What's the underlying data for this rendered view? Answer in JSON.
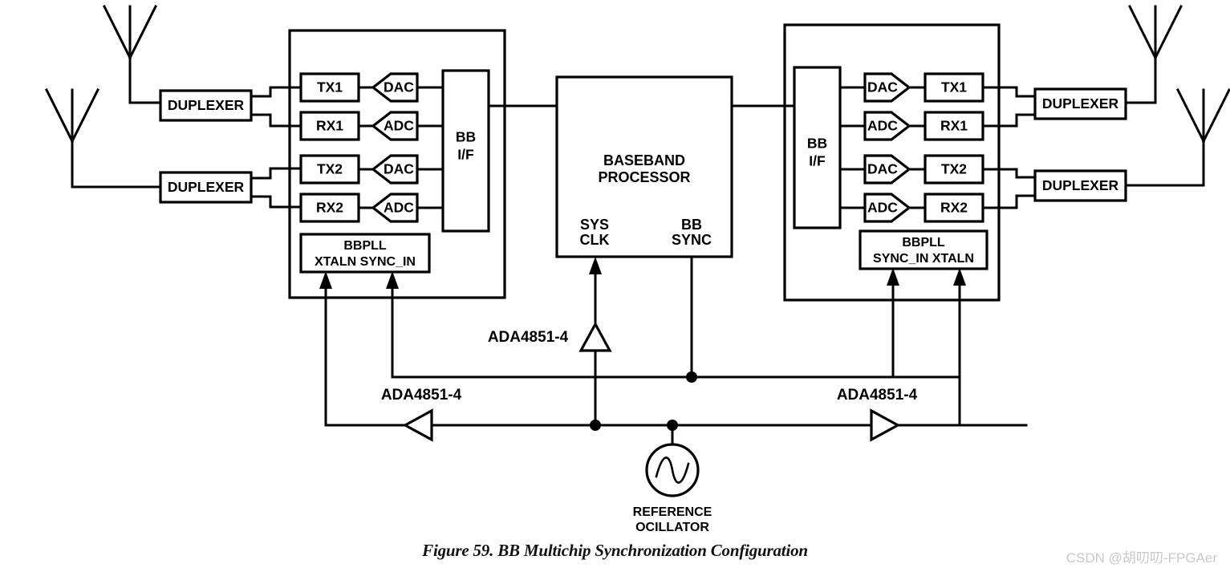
{
  "figure": {
    "caption": "Figure 59. BB Multichip Synchronization Configuration",
    "watermark": "CSDN @胡叨叨-FPGAer"
  },
  "left_chip": {
    "antennas": [
      "antenna-upper",
      "antenna-lower"
    ],
    "duplexers": [
      {
        "label": "DUPLEXER"
      },
      {
        "label": "DUPLEXER"
      }
    ],
    "rf_blocks": [
      {
        "label": "TX1"
      },
      {
        "label": "RX1"
      },
      {
        "label": "TX2"
      },
      {
        "label": "RX2"
      }
    ],
    "converters": [
      {
        "label": "DAC"
      },
      {
        "label": "ADC"
      },
      {
        "label": "DAC"
      },
      {
        "label": "ADC"
      }
    ],
    "bb_if": {
      "line1": "BB",
      "line2": "I/F"
    },
    "bbpll": {
      "title": "BBPLL",
      "pins": "XTALN SYNC_IN",
      "pin_left": "XTALN",
      "pin_right": "SYNC_IN"
    }
  },
  "right_chip": {
    "antennas": [
      "antenna-upper",
      "antenna-lower"
    ],
    "duplexers": [
      {
        "label": "DUPLEXER"
      },
      {
        "label": "DUPLEXER"
      }
    ],
    "rf_blocks": [
      {
        "label": "TX1"
      },
      {
        "label": "RX1"
      },
      {
        "label": "TX2"
      },
      {
        "label": "RX2"
      }
    ],
    "converters": [
      {
        "label": "DAC"
      },
      {
        "label": "ADC"
      },
      {
        "label": "DAC"
      },
      {
        "label": "ADC"
      }
    ],
    "bb_if": {
      "line1": "BB",
      "line2": "I/F"
    },
    "bbpll": {
      "title": "BBPLL",
      "pins": "SYNC_IN XTALN",
      "pin_left": "SYNC_IN",
      "pin_right": "XTALN"
    }
  },
  "processor": {
    "line1": "BASEBAND",
    "line2": "PROCESSOR",
    "pin_sysclk_1": "SYS",
    "pin_sysclk_2": "CLK",
    "pin_bbsync_1": "BB",
    "pin_bbsync_2": "SYNC"
  },
  "amplifiers": [
    {
      "label": "ADA4851-4",
      "direction": "up"
    },
    {
      "label": "ADA4851-4",
      "direction": "left"
    },
    {
      "label": "ADA4851-4",
      "direction": "right"
    }
  ],
  "oscillator": {
    "line1": "REFERENCE",
    "line2": "OCILLATOR",
    "symbol": "sine-wave"
  },
  "colors": {
    "line": "#000000",
    "background": "#ffffff",
    "watermark": "#c9c9c9"
  }
}
